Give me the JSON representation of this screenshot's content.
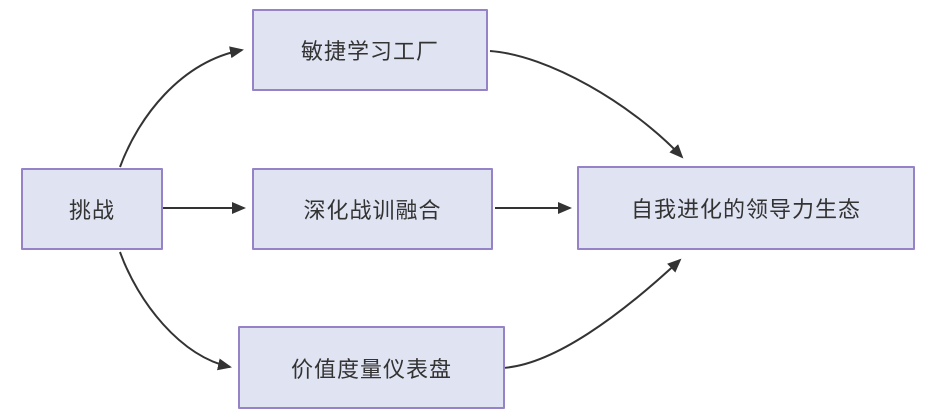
{
  "diagram": {
    "type": "flowchart",
    "direction": "left-to-right",
    "nodes": {
      "challenge": {
        "label": "挑战"
      },
      "agile_factory": {
        "label": "敏捷学习工厂"
      },
      "training_integration": {
        "label": "深化战训融合"
      },
      "value_dashboard": {
        "label": "价值度量仪表盘"
      },
      "ecosystem": {
        "label": "自我进化的领导力生态"
      }
    },
    "edges": [
      {
        "from": "challenge",
        "to": "agile_factory"
      },
      {
        "from": "challenge",
        "to": "training_integration"
      },
      {
        "from": "challenge",
        "to": "value_dashboard"
      },
      {
        "from": "agile_factory",
        "to": "ecosystem"
      },
      {
        "from": "training_integration",
        "to": "ecosystem"
      },
      {
        "from": "value_dashboard",
        "to": "ecosystem"
      }
    ],
    "colors": {
      "node_fill": "#e0e3f2",
      "node_border": "#9682c6",
      "arrow": "#333333",
      "text": "#333333",
      "background": "#ffffff"
    }
  }
}
